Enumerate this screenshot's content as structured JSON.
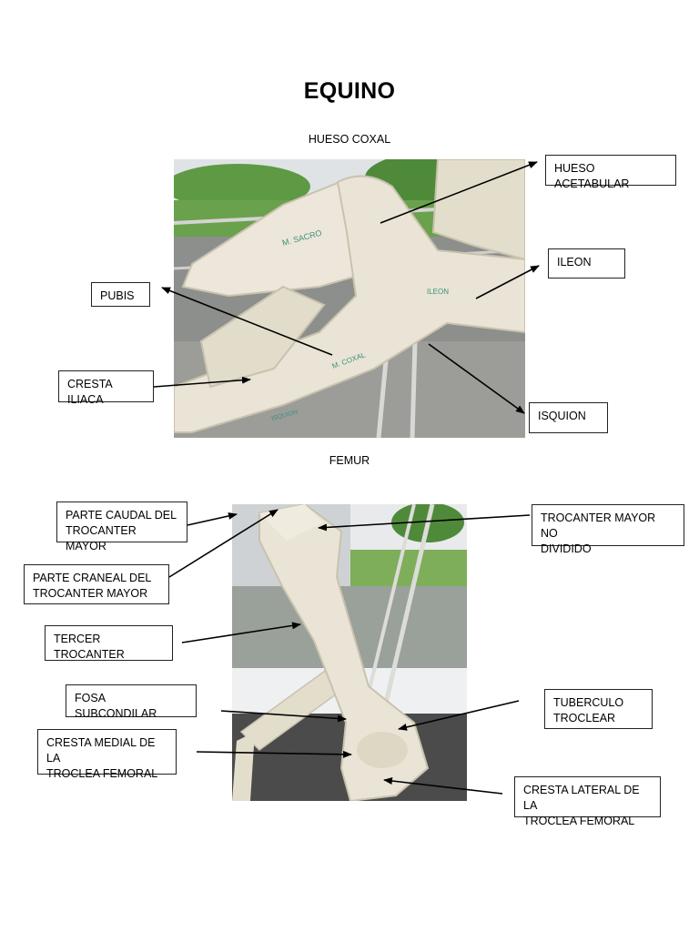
{
  "document": {
    "title": "EQUINO",
    "sections": [
      {
        "heading": "HUESO COXAL",
        "labels": {
          "hueso_acetabular": "HUESO ACETABULAR",
          "ileon": "ILEON",
          "pubis": "PUBIS",
          "cresta_iliaca": "CRESTA ILIACA",
          "isquion": "ISQUION"
        },
        "bone_writing": [
          "M. SACRO",
          "ILEON",
          "M. COXAL",
          "ISQUION"
        ]
      },
      {
        "heading": "FEMUR",
        "labels": {
          "parte_caudal_line1": "PARTE CAUDAL DEL",
          "parte_caudal_line2": "TROCANTER MAYOR",
          "parte_craneal_line1": "PARTE CRANEAL DEL",
          "parte_craneal_line2": "TROCANTER MAYOR",
          "tercer_trocanter": "TERCER TROCANTER",
          "fosa_subcondilar": "FOSA SUBCONDILAR",
          "cresta_medial_line1": "CRESTA MEDIAL DE LA",
          "cresta_medial_line2": "TROCLEA FEMORAL",
          "trocanter_no_dividido_line1": "TROCANTER MAYOR NO",
          "trocanter_no_dividido_line2": "DIVIDIDO",
          "tuberculo_line1": "TUBERCULO",
          "tuberculo_line2": "TROCLEAR",
          "cresta_lateral_line1": "CRESTA LATERAL DE LA",
          "cresta_lateral_line2": "TROCLEA FEMORAL"
        }
      }
    ]
  },
  "colors": {
    "bone": "#e9e4d6",
    "bone_shadow": "#c9c2ae",
    "grass": "#5e9a43",
    "ground": "#8d8f8c",
    "wall": "#eef0f2",
    "bone_writing": "#3f8f7b"
  }
}
